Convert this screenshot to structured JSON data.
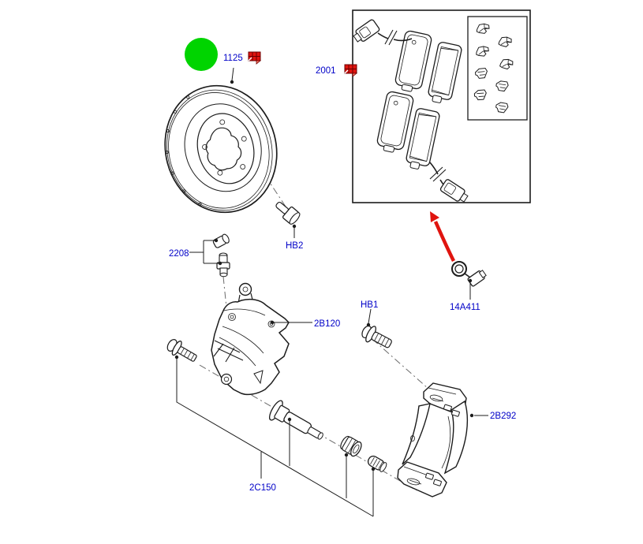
{
  "figure": {
    "kind": "exploded-parts-diagram",
    "subject": "front-disc-brake-assembly",
    "background": "#ffffff",
    "line_color": "#1c1c1c",
    "label_color": "#0000c8",
    "parts": {
      "disc": {
        "label": "1125",
        "name": "brake-disc"
      },
      "pads_kit": {
        "label": "2001",
        "name": "brake-pads-and-clips-kit"
      },
      "hub_bolt": {
        "label": "HB2",
        "name": "disc-retaining-bolt"
      },
      "bleed_screw": {
        "label": "2208",
        "name": "bleeder-screw-and-cap"
      },
      "caliper": {
        "label": "2B120",
        "name": "brake-caliper"
      },
      "caliper_bolt": {
        "label": "HB1",
        "name": "caliper-mounting-bolt"
      },
      "wear_indicator": {
        "label": "14A411",
        "name": "pad-wear-indicator-sensor"
      },
      "anchor_bracket": {
        "label": "2B292",
        "name": "caliper-anchor-bracket"
      },
      "guide_pin_kit": {
        "label": "2C150",
        "name": "caliper-guide-pin-kit"
      }
    },
    "markers": {
      "new_part_circle": {
        "shape": "filled-circle",
        "color": "#00d400"
      },
      "service_note_icon": {
        "shape": "red-service-pictogram",
        "color": "#e0140f"
      },
      "direction_arrow": {
        "shape": "curved-arrow-up-left",
        "color": "#e0140f"
      }
    }
  }
}
